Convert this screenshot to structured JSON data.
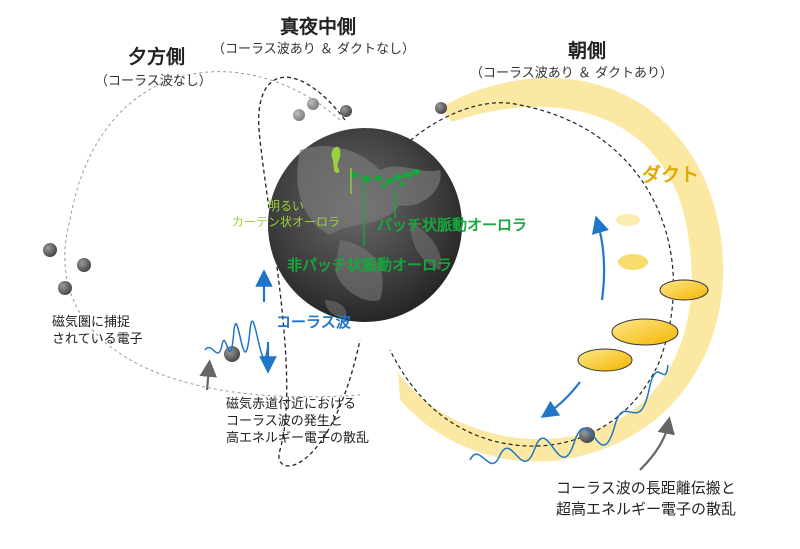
{
  "sections": {
    "dusk": {
      "title": "夕方側",
      "subtitle": "（コーラス波なし）"
    },
    "midnight": {
      "title": "真夜中側",
      "subtitle": "（コーラス波あり ＆ ダクトなし）"
    },
    "dawn": {
      "title": "朝側",
      "subtitle": "（コーラス波あり ＆ ダクトあり）"
    }
  },
  "labels": {
    "duct": "ダクト",
    "bright_line1": "明るい",
    "bright_line2": "カーテン状オーロラ",
    "patch_aurora": "パッチ状脈動オーロラ",
    "non_patch_aurora": "非パッチ状脈動オーロラ",
    "chorus_wave": "コーラス波",
    "trapped_line1": "磁気圏に捕捉",
    "trapped_line2": "されている電子",
    "equator_line1": "磁気赤道付近における",
    "equator_line2": "コーラス波の発生と",
    "equator_line3": "高エネルギー電子の散乱",
    "long_line1": "コーラス波の長距離伝搬と",
    "long_line2": "超高エネルギー電子の散乱"
  },
  "icons": [
    "earth-globe-icon",
    "electron-particle-icon",
    "chorus-wave-icon",
    "arrow-icon"
  ],
  "colors": {
    "aurora_green": "#15a83c",
    "aurora_pale": "#9bd23c",
    "chorus_blue": "#1f76c8",
    "duct_yellow": "#fbe9a3",
    "duct_label": "#e0a800",
    "electron_gray": "#555555"
  }
}
